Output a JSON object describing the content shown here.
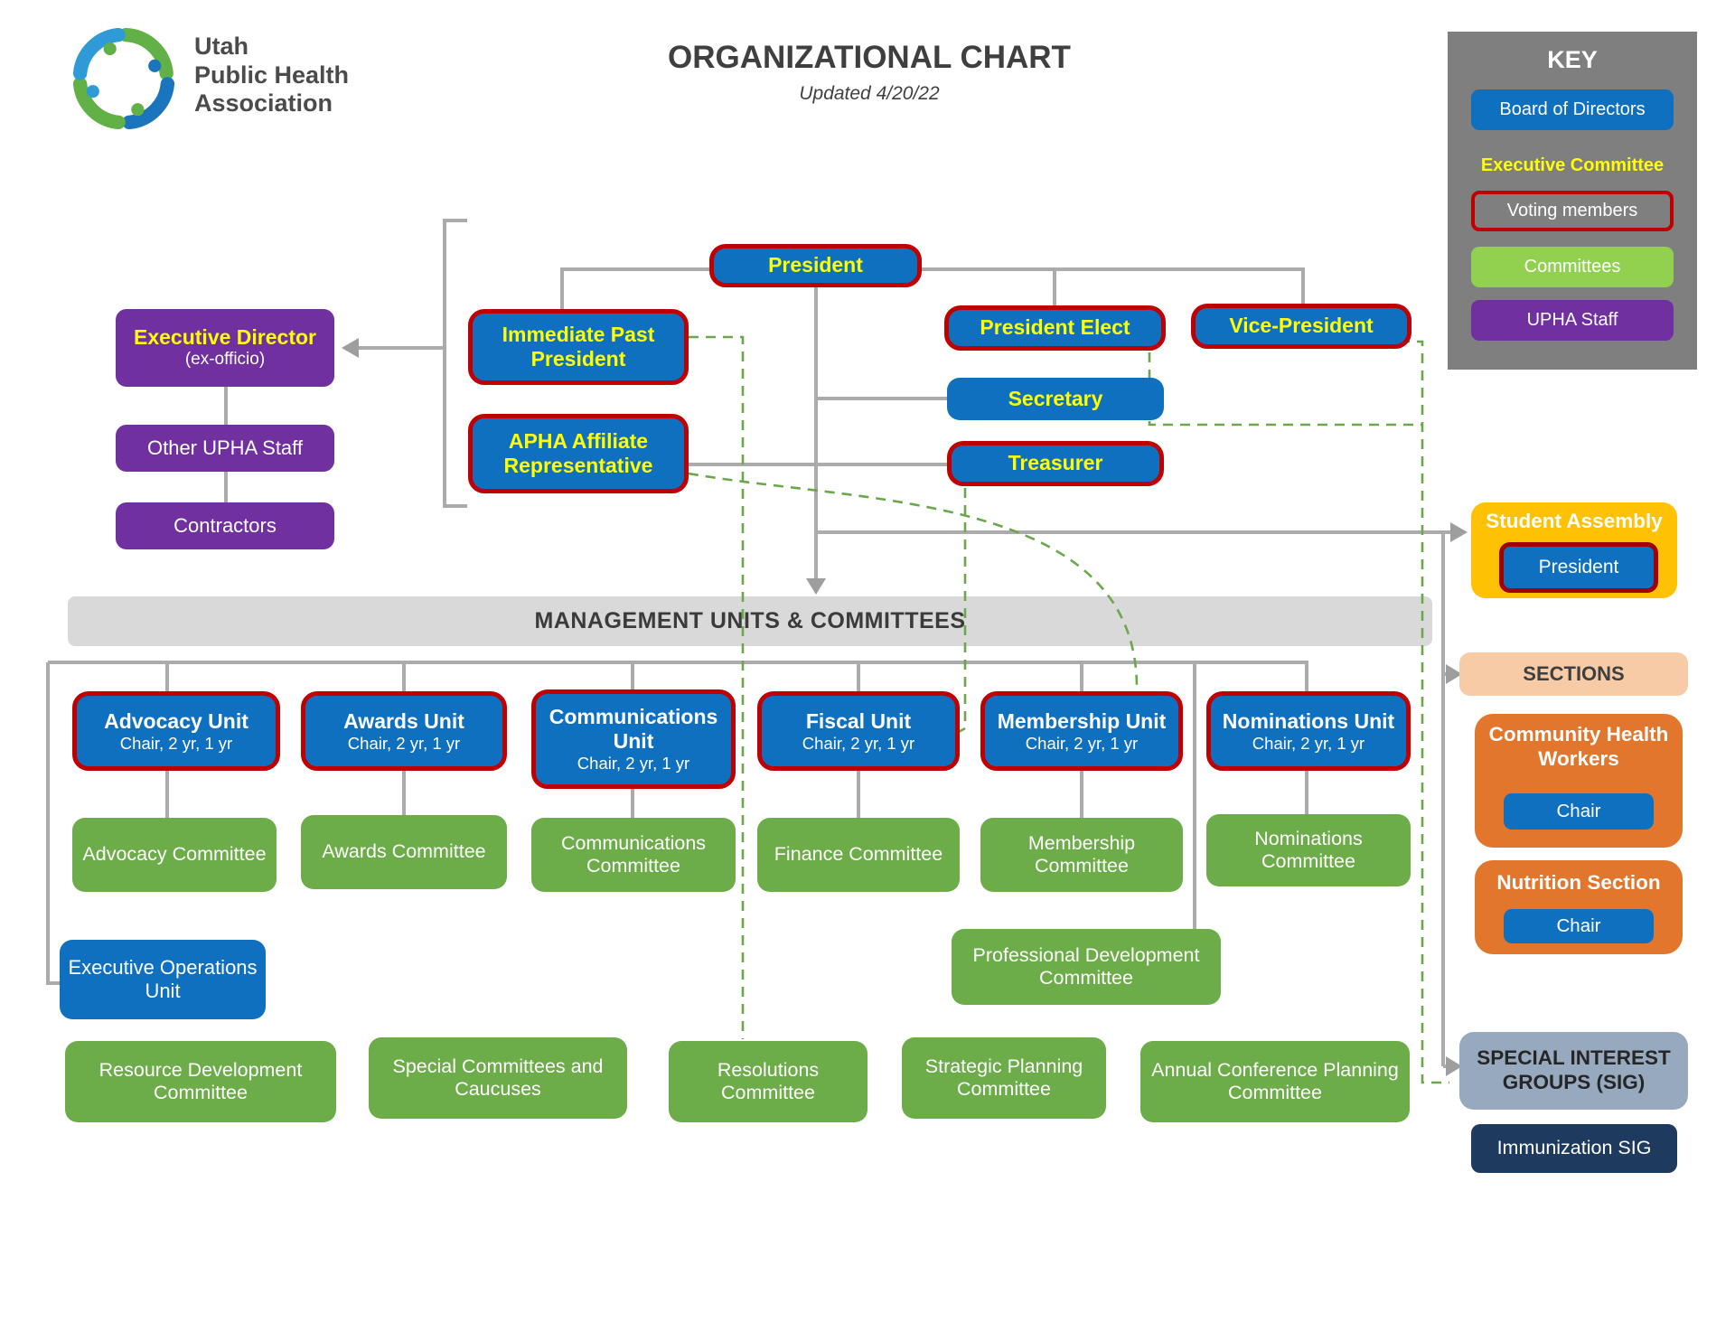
{
  "header": {
    "logo_lines": [
      "Utah",
      "Public Health",
      "Association"
    ],
    "title": "ORGANIZATIONAL CHART",
    "subtitle": "Updated 4/20/22"
  },
  "key": {
    "title": "KEY",
    "board_of_directors": "Board of Directors",
    "executive_committee": "Executive Committee",
    "voting_members": "Voting members",
    "committees": "Committees",
    "upha_staff": "UPHA Staff"
  },
  "staff": {
    "executive_director_title": "Executive Director",
    "executive_director_subtitle": "(ex-officio)",
    "other_staff": "Other UPHA Staff",
    "contractors": "Contractors"
  },
  "executive": {
    "president": "President",
    "immediate_past_president": "Immediate Past President",
    "apha_affiliate_representative": "APHA Affiliate Representative",
    "president_elect": "President Elect",
    "secretary": "Secretary",
    "treasurer": "Treasurer",
    "vice_president": "Vice-President"
  },
  "management_bar": "MANAGEMENT UNITS & COMMITTEES",
  "units": [
    {
      "title": "Advocacy Unit",
      "subtitle": "Chair, 2 yr, 1 yr"
    },
    {
      "title": "Awards Unit",
      "subtitle": "Chair, 2 yr, 1 yr"
    },
    {
      "title": "Communications Unit",
      "subtitle": "Chair, 2 yr, 1 yr"
    },
    {
      "title": "Fiscal Unit",
      "subtitle": "Chair, 2 yr, 1 yr"
    },
    {
      "title": "Membership Unit",
      "subtitle": "Chair, 2 yr, 1 yr"
    },
    {
      "title": "Nominations Unit",
      "subtitle": "Chair, 2 yr, 1 yr"
    }
  ],
  "unit_committees": [
    "Advocacy Committee",
    "Awards Committee",
    "Communications Committee",
    "Finance Committee",
    "Membership Committee",
    "Nominations Committee"
  ],
  "executive_operations_unit": "Executive Operations Unit",
  "professional_development_committee": "Professional Development Committee",
  "bottom_committees": [
    "Resource Development Committee",
    "Special Committees and Caucuses",
    "Resolutions Committee",
    "Strategic Planning Committee",
    "Annual Conference Planning Committee"
  ],
  "right_column": {
    "student_assembly_title": "Student Assembly",
    "student_assembly_role": "President",
    "sections_header": "SECTIONS",
    "section_1_title": "Community Health Workers",
    "section_1_role": "Chair",
    "section_2_title": "Nutrition Section",
    "section_2_role": "Chair",
    "sig_header": "SPECIAL INTEREST GROUPS (SIG)",
    "sig_item": "Immunization SIG"
  },
  "colors": {
    "board_blue": "#0F70C0",
    "voting_border_red": "#C00000",
    "committee_green": "#6CAC49",
    "key_committee_green": "#92D050",
    "staff_purple": "#7030A0",
    "student_assembly_gold": "#FFC104",
    "section_orange": "#E2762D",
    "sections_peach": "#F6CBA6",
    "sig_gray_blue": "#97A9BF",
    "sig_navy": "#1E3A5F",
    "connector_gray": "#ABABAB",
    "dashed_green": "#6BA84D"
  }
}
